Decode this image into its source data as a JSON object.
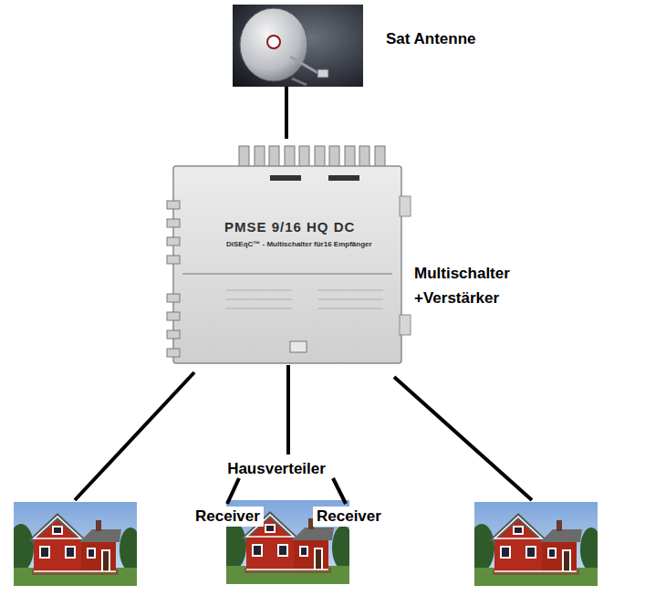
{
  "diagram": {
    "nodes": [
      {
        "text": [
          "Sat Antenne"
        ]
      },
      {
        "text": [
          "Multischalter +Verstärker"
        ]
      },
      {
        "text": [
          "Hausverteiler",
          "Receiver",
          "Receiver"
        ]
      }
    ],
    "edges": [
      {
        "from": 0,
        "to": 1,
        "arrow": "none"
      },
      {
        "from": 1,
        "to": 2,
        "arrow": "none"
      }
    ],
    "labels": [
      "PMSE 9/16 HQ DC",
      "DiSEqC™ - Multischalter für16 Empfänger"
    ]
  }
}
